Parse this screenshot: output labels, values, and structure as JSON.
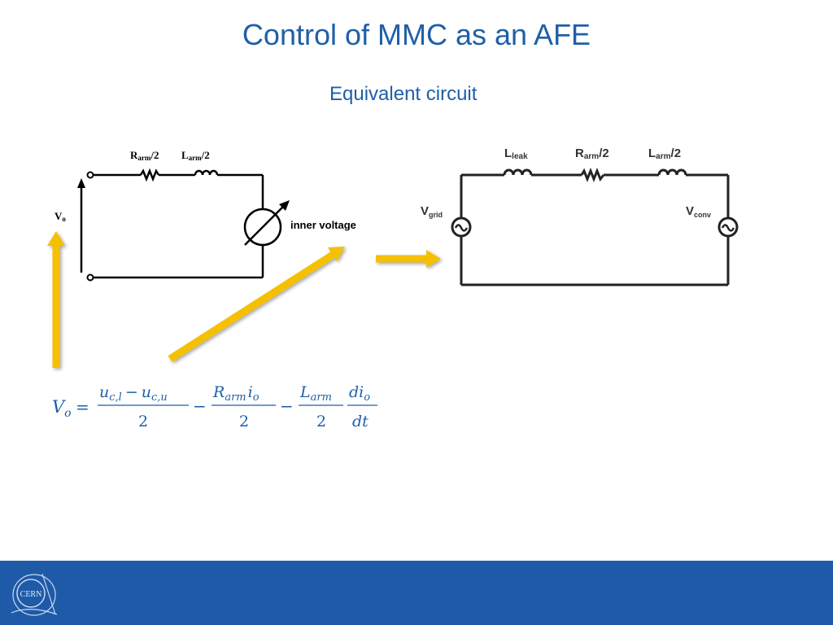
{
  "slide": {
    "title": "Control of MMC as an AFE",
    "subtitle": "Equivalent circuit"
  },
  "left_circuit": {
    "r_label_main": "R",
    "r_label_sub": "arm",
    "r_label_tail": "/2",
    "l_label_main": "L",
    "l_label_sub": "arm",
    "l_label_tail": "/2",
    "vo_main": "V",
    "vo_sub": "o",
    "source_label": "inner voltage"
  },
  "right_circuit": {
    "lleak_main": "L",
    "lleak_sub": "leak",
    "r_main": "R",
    "r_sub": "arm",
    "r_tail": "/2",
    "l_main": "L",
    "l_sub": "arm",
    "l_tail": "/2",
    "vgrid_main": "V",
    "vgrid_sub": "grid",
    "vconv_main": "V",
    "vconv_sub": "conv"
  },
  "equation": {
    "lhs_main": "V",
    "lhs_sub": "o",
    "equals": "=",
    "t1_num_a": "u",
    "t1_num_a_sub": "c,l",
    "t1_num_minus": "−",
    "t1_num_b": "u",
    "t1_num_b_sub": "c,u",
    "t1_den": "2",
    "minus1": "−",
    "t2_num_a": "R",
    "t2_num_a_sub": "arm",
    "t2_num_b": "i",
    "t2_num_b_sub": "o",
    "t2_den": "2",
    "minus2": "−",
    "t3_num": "L",
    "t3_num_sub": "arm",
    "t3_den": "2",
    "t4_num": "di",
    "t4_num_sub": "o",
    "t4_den": "dt"
  },
  "footer": {
    "logo_text": "CERN"
  },
  "colors": {
    "title": "#1f5fa8",
    "footer": "#1e5aa8",
    "arrow": "#f5c000"
  }
}
